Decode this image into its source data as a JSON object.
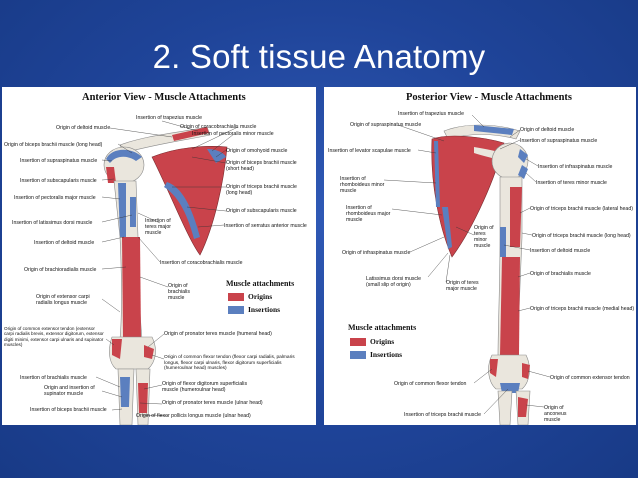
{
  "slide": {
    "title": "2. Soft tissue Anatomy",
    "colors": {
      "background": "#2249a3",
      "origin": "#c9434b",
      "insertion": "#5b7fbf"
    }
  },
  "anterior": {
    "title": "Anterior View - Muscle Attachments",
    "labels": [
      "Insertion of trapezius muscle",
      "Origin of deltoid muscle",
      "Origin of coracobrachialis muscle",
      "Insertion of pectoralis minor muscle",
      "Origin of biceps brachii muscle (long head)",
      "Origin of omohyoid muscle",
      "Insertion of supraspinatus muscle",
      "Origin of biceps brachii muscle (short head)",
      "Insertion of subscapularis muscle",
      "Origin of triceps brachii muscle (long head)",
      "Insertion of pectoralis major muscle",
      "Origin of subscapularis muscle",
      "Insertion of latissimus dorsi muscle",
      "Insertion of teres major muscle",
      "Insertion of serratus anterior muscle",
      "Insertion of deltoid muscle",
      "Insertion of coracobrachialis muscle",
      "Origin of brachioradialis muscle",
      "Origin of brachialis muscle",
      "Origin of extensor carpi radialis longus muscle",
      "Origin of common extensor tendon (extensor carpi radialis brevis, extensor digitorum, extensor digiti minimi, extensor carpi ulnaris and supinator muscles)",
      "Origin of pronator teres muscle (humeral head)",
      "Origin of common flexor tendon (flexor carpi radialis, palmaris longus, flexor carpi ulnaris, flexor digitorum superficialis (humeroulnar head) muscles)",
      "Insertion of brachialis muscle",
      "Origin and insertion of supinator muscle",
      "Origin of flexor digitorum superficialis muscle (humeroulnar head)",
      "Origin of pronator teres muscle (ulnar head)",
      "Insertion of biceps brachii muscle",
      "Origin of flexor pollicis longus muscle (ulnar head)"
    ],
    "legend": {
      "title": "Muscle attachments",
      "origins": "Origins",
      "insertions": "Insertions"
    }
  },
  "posterior": {
    "title": "Posterior View - Muscle Attachments",
    "labels": [
      "Insertion of trapezius muscle",
      "Origin of supraspinatus muscle",
      "Origin of deltoid muscle",
      "Insertion of supraspinatus muscle",
      "Insertion of levator scapulae muscle",
      "Insertion of infraspinatus muscle",
      "Insertion of teres minor muscle",
      "Insertion of rhomboideus minor muscle",
      "Origin of triceps brachii muscle (lateral head)",
      "Insertion of rhomboideus major muscle",
      "Origin of teres minor muscle",
      "Origin of triceps brachii muscle (long head)",
      "Insertion of deltoid muscle",
      "Origin of infraspinatus muscle",
      "Origin of brachialis muscle",
      "Latissimus dorsi muscle (small slip of origin)",
      "Origin of teres major muscle",
      "Origin of triceps brachii muscle (medial head)",
      "Origin of common flexor tendon",
      "Origin of common extensor tendon",
      "Insertion of triceps brachii muscle",
      "Origin of anconeus muscle"
    ],
    "legend": {
      "title": "Muscle attachments",
      "origins": "Origins",
      "insertions": "Insertions"
    }
  }
}
